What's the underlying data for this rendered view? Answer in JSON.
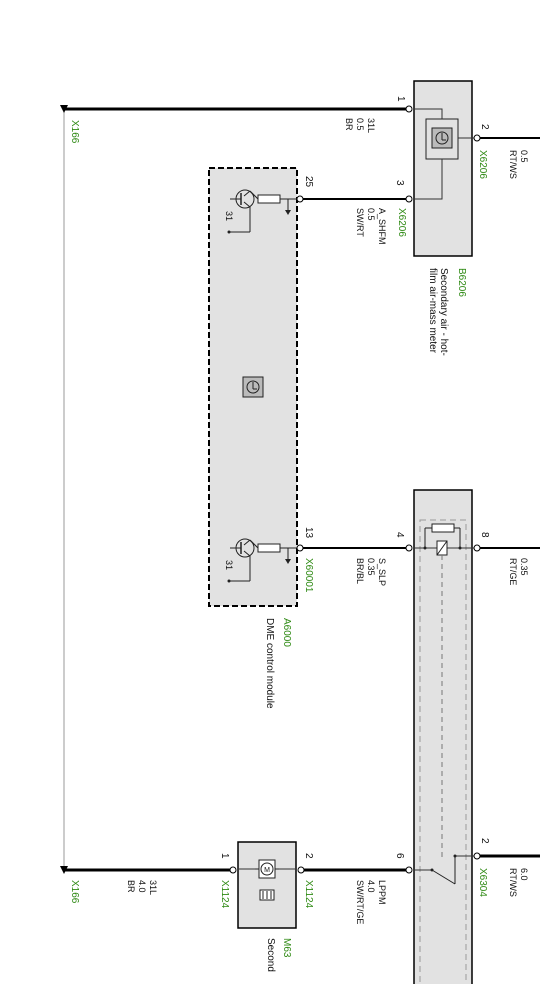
{
  "b6206": {
    "id": "B6206",
    "desc1": "Secondary air - hot-",
    "desc2": "film air-mass meter",
    "connector": "X6206",
    "pin1": "1",
    "pin2": "2",
    "pin3": "3"
  },
  "a6000": {
    "id": "A6000",
    "desc": "DME control module",
    "pin25": "25",
    "pin13": "13",
    "conn_x6206": "X6206",
    "conn_x60001": "X60001",
    "gnd1": "31",
    "gnd2": "31"
  },
  "relay": {
    "connector": "X6304",
    "pin4": "4",
    "pin8": "8",
    "pin6": "6",
    "pin2": "2"
  },
  "m63": {
    "id": "M63",
    "desc": "Second",
    "pin1": "1",
    "pin2": "2",
    "conn_left": "X1124",
    "conn_right": "X1124"
  },
  "ground": {
    "top": "X166",
    "bottom": "X166"
  },
  "wires": {
    "w1": {
      "name": "31L",
      "size": "0.5",
      "color": "BR"
    },
    "w2": {
      "size": "0.5",
      "color": "RT/WS"
    },
    "w3": {
      "name": "A_SHFM",
      "size": "0.5",
      "color": "SW/RT"
    },
    "w4": {
      "name": "S_SLP",
      "size": "0.35",
      "color": "BR/BL"
    },
    "w5": {
      "size": "0.35",
      "color": "RT/GE"
    },
    "w6": {
      "name": "31L",
      "size": "4.0",
      "color": "BR"
    },
    "w7": {
      "name": "LPPM",
      "size": "4.0",
      "color": "SW/RT/GE"
    },
    "w8": {
      "size": "6.0",
      "color": "RT/WS"
    }
  }
}
